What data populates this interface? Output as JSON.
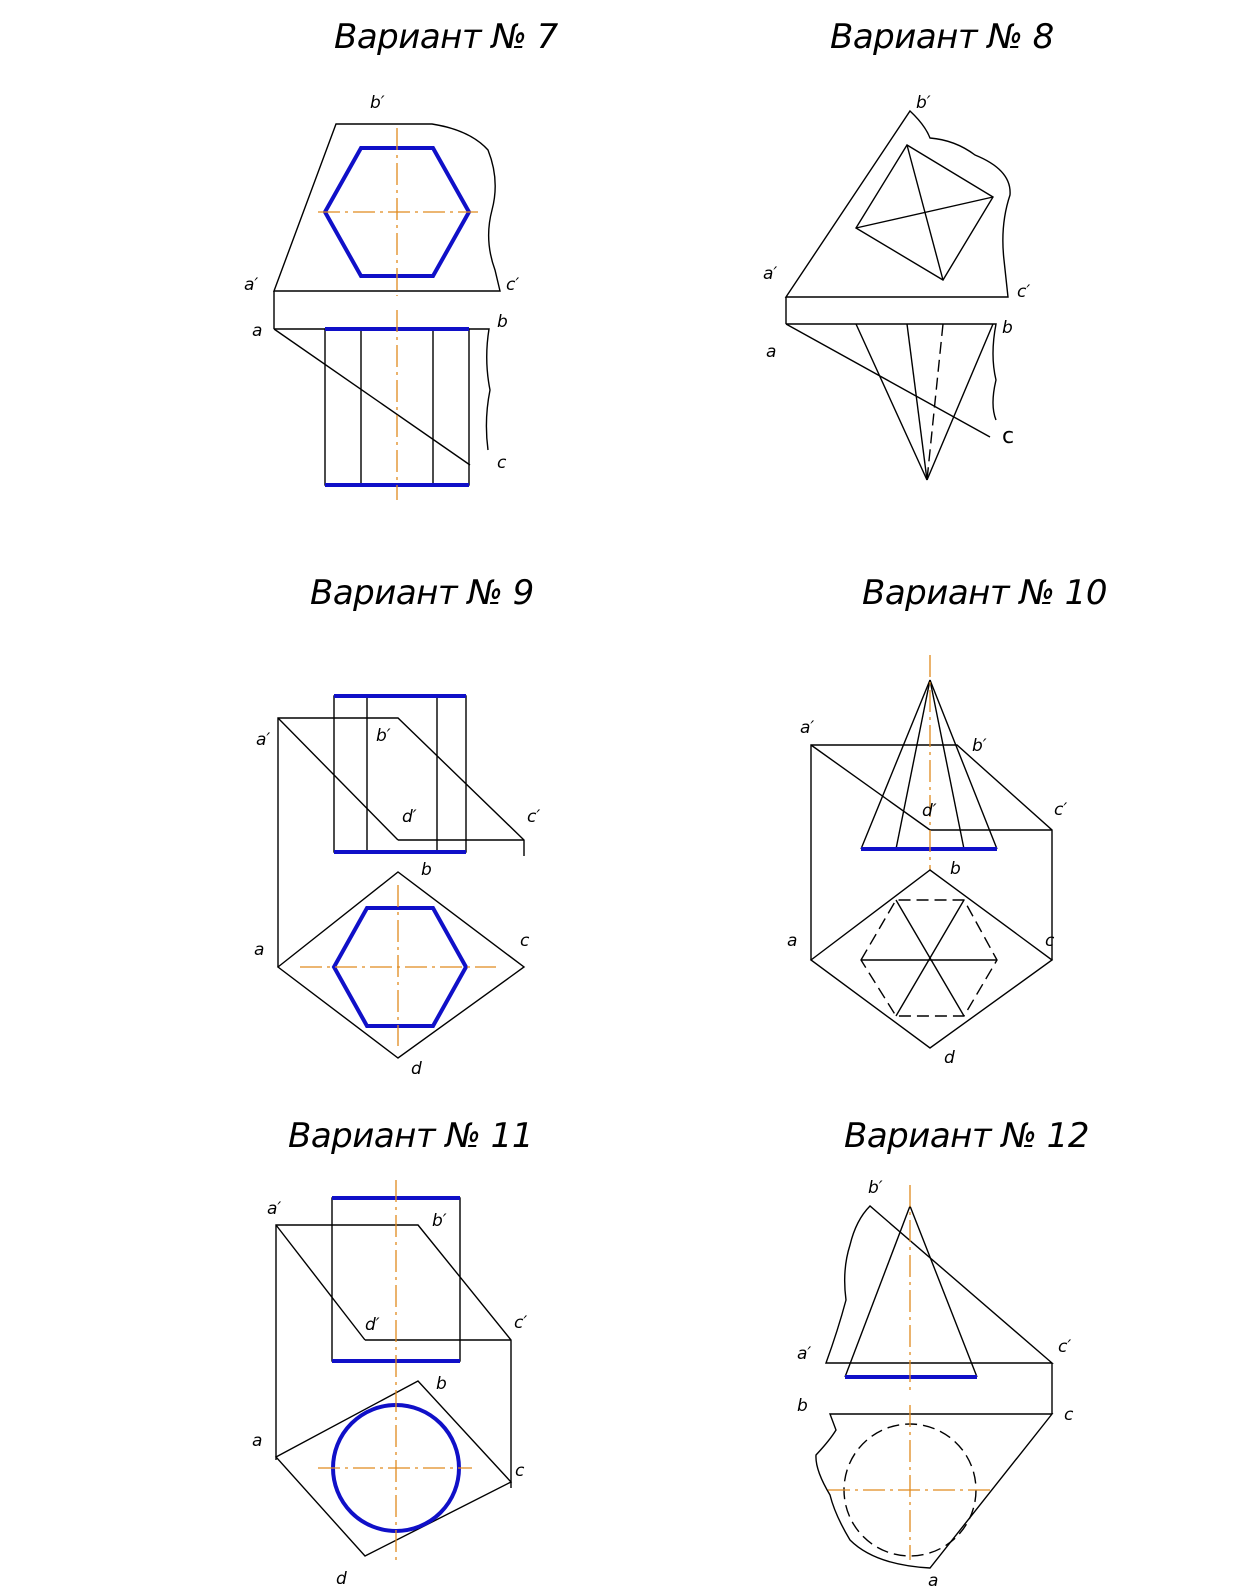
{
  "variants": [
    {
      "title": "Вариант № 7"
    },
    {
      "title": "Вариант № 8"
    },
    {
      "title": "Вариант № 9"
    },
    {
      "title": "Вариант № 10"
    },
    {
      "title": "Вариант № 11"
    },
    {
      "title": "Вариант № 12"
    }
  ],
  "labels": {
    "a_prime": "a′",
    "b_prime": "b′",
    "c_prime": "c′",
    "d_prime": "d′",
    "a": "a",
    "b": "b",
    "c": "c",
    "d": "d"
  },
  "colors": {
    "figure": "#1010c8",
    "axis": "#e08a1e",
    "line": "#000000"
  }
}
